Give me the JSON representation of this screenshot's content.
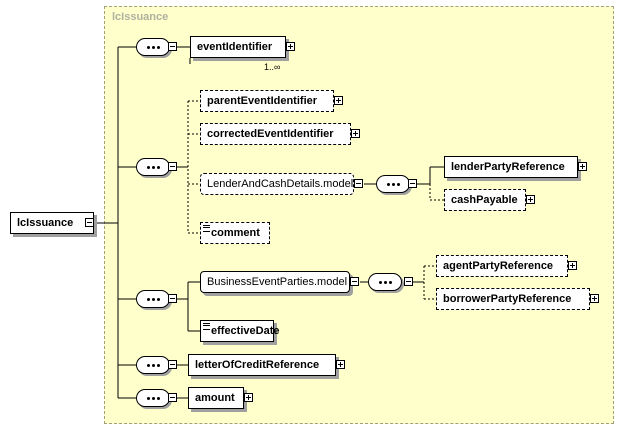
{
  "root": {
    "label": "lcIssuance"
  },
  "group": {
    "title": "lcIssuance"
  },
  "elements": {
    "eventIdentifier": "eventIdentifier",
    "eventIdentifier_occurs": "1..∞",
    "parentEventIdentifier": "parentEventIdentifier",
    "correctedEventIdentifier": "correctedEventIdentifier",
    "lenderAndCashDetailsModel": "LenderAndCashDetails.model",
    "lenderPartyReference": "lenderPartyReference",
    "cashPayable": "cashPayable",
    "comment": "comment",
    "businessEventPartiesModel": "BusinessEventParties.model",
    "agentPartyReference": "agentPartyReference",
    "borrowerPartyReference": "borrowerPartyReference",
    "effectiveDate": "effectiveDate",
    "letterOfCreditReference": "letterOfCreditReference",
    "amount": "amount"
  },
  "colors": {
    "panel": "#ffffcc",
    "shadow": "#a0a0a0",
    "title": "#b0b0a0"
  }
}
